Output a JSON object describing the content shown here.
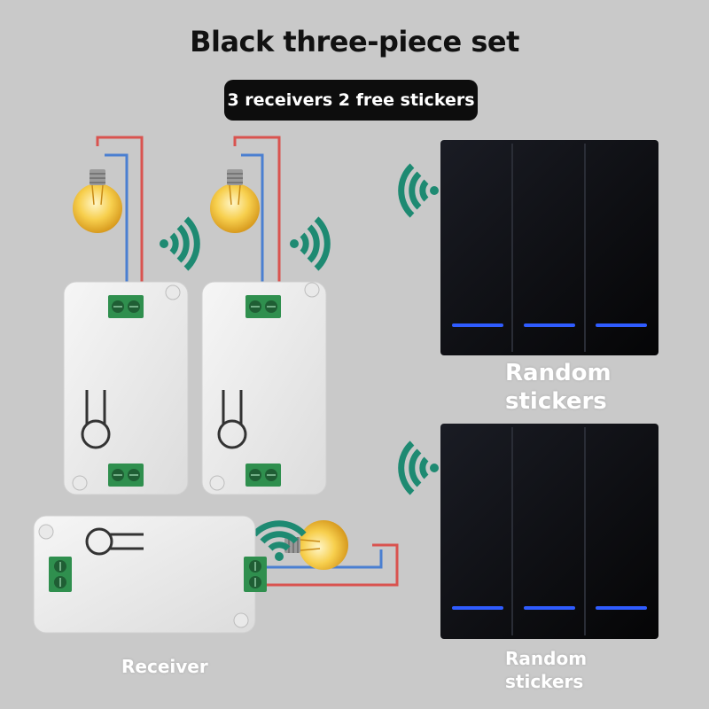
{
  "title": "Black three-piece set",
  "badge": "3 receivers 2 free stickers",
  "labels": {
    "random_stickers_top": [
      "Random",
      "stickers"
    ],
    "random_stickers_bottom": [
      "Random",
      "stickers"
    ],
    "receiver": "Receiver"
  },
  "colors": {
    "background": "#c9c9c9",
    "badge_bg": "#0d0d0d",
    "wifi_signal": "#1e8a72",
    "switch_panel": "#0b0b0e",
    "switch_led": "#2f5cff",
    "wire_live": "#d9534f",
    "wire_neutral": "#4a7fd1",
    "bulb": "#f5c542",
    "terminal": "#2f8f4e"
  },
  "icons": [
    "light-bulb-icon",
    "wifi-signal-icon",
    "receiver-module",
    "wall-switch-panel"
  ]
}
